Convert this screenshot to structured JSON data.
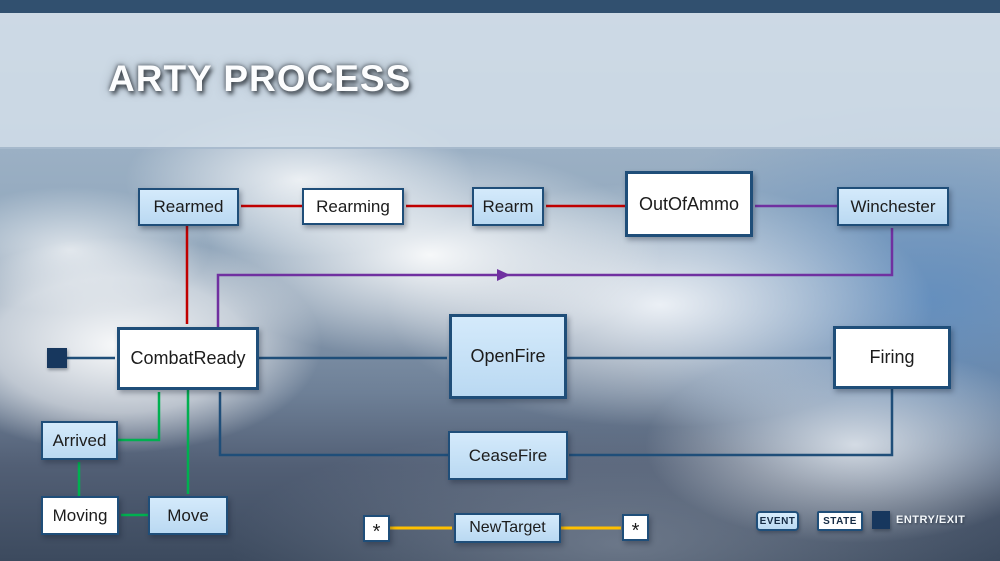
{
  "title": "ARTY PROCESS",
  "nodes": {
    "rearmed": "Rearmed",
    "rearming": "Rearming",
    "rearm": "Rearm",
    "outofammo": "OutOfAmmo",
    "winchester": "Winchester",
    "combatready": "CombatReady",
    "openfire": "OpenFire",
    "firing": "Firing",
    "ceasefire": "CeaseFire",
    "arrived": "Arrived",
    "moving": "Moving",
    "move": "Move",
    "newtarget": "NewTarget",
    "star_left": "*",
    "star_right": "*"
  },
  "legend": {
    "event": "EVENT",
    "state": "STATE",
    "entry_exit": "ENTRY/EXIT"
  },
  "colors": {
    "border": "#1F4E79",
    "event_fill": "#BAD9F2",
    "event_fill_light": "#D4EAFB",
    "state_fill": "#FFFFFF",
    "red": "#C00000",
    "purple": "#7030A0",
    "green": "#00B050",
    "navy": "#1F4E79",
    "gold": "#FFC000",
    "entry_square": "#17375E",
    "topbar": "#31506F"
  }
}
